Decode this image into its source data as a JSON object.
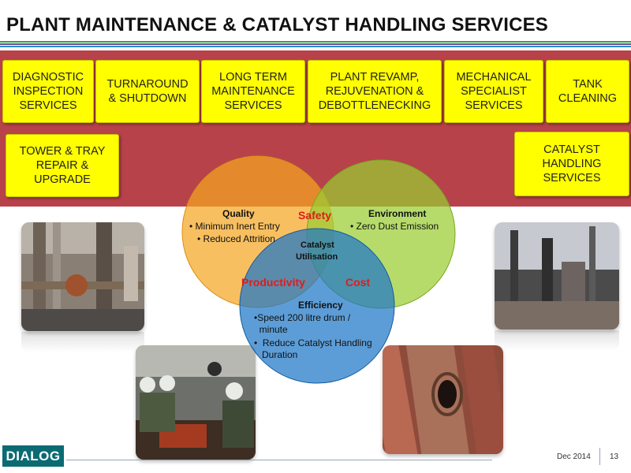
{
  "title": "PLANT MAINTENANCE & CATALYST HANDLING SERVICES",
  "colors": {
    "band": "#b8424a",
    "box": "#ffff00",
    "logo": "#0b6b73",
    "quality": "#f5a623",
    "environment": "#9acd32",
    "efficiency": "#1f77c7"
  },
  "services": [
    "DIAGNOSTIC\nINSPECTION\nSERVICES",
    "TURNAROUND\n& SHUTDOWN",
    "LONG TERM\nMAINTENANCE\nSERVICES",
    "PLANT REVAMP,\nREJUVENATION &\nDEBOTTLENECKING",
    "MECHANICAL\nSPECIALIST\nSERVICES",
    "TANK\nCLEANING",
    "TOWER & TRAY\nREPAIR &\nUPGRADE",
    "CATALYST\nHANDLING\nSERVICES"
  ],
  "venn": {
    "quality": {
      "heading": "Quality",
      "items": [
        "• Minimum Inert Entry",
        "• Reduced Attrition"
      ]
    },
    "environment": {
      "heading": "Environment",
      "items": [
        "• Zero Dust Emission"
      ]
    },
    "efficiency": {
      "heading": "Efficiency",
      "items": [
        "•Speed 200 litre drum /",
        "  minute",
        "•  Reduce Catalyst Handling",
        "   Duration"
      ]
    },
    "safety": "Safety",
    "productivity": "Productivity",
    "cost": "Cost",
    "center": [
      "Catalyst",
      "Utilisation"
    ]
  },
  "photos": [
    {
      "name": "pipework-photo"
    },
    {
      "name": "workers-photo"
    },
    {
      "name": "corroded-pipe-photo"
    },
    {
      "name": "refinery-photo"
    }
  ],
  "footer": {
    "logo": "DIALOG",
    "date": "Dec 2014",
    "page": "13"
  }
}
